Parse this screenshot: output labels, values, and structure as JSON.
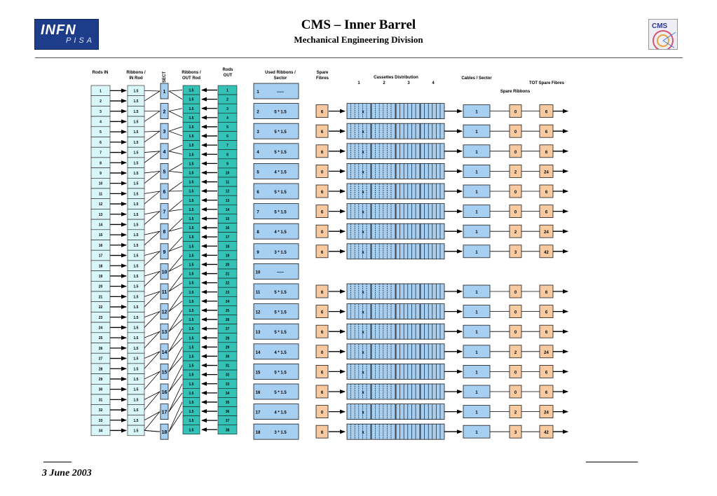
{
  "header": {
    "title": "CMS – Inner Barrel",
    "subtitle": "Mechanical Engineering Division",
    "logo_left": {
      "text_big": "INFN",
      "text_small": "PISA"
    },
    "logo_right": {
      "text": "CMS"
    }
  },
  "footer": {
    "date": "3 June 2003"
  },
  "columns": {
    "rods_in": "Rods IN",
    "ribbons_in": "Ribbons /\nIN Rod",
    "sect": "SECT",
    "ribbons_out": "Ribbons /\nOUT Rod",
    "rods_out": "Rods\nOUT",
    "used_ribbons": "Used Ribbons /\nSector",
    "spare_fibres": "Spare\nFibres",
    "cassettes": "Cassettes Distribution",
    "cassette_numbers": [
      "1",
      "2",
      "3",
      "4"
    ],
    "cables": "Cables / Sector",
    "spare_ribbons": "Spare Ribbons",
    "tot_spare": "TOT Spare Fibres"
  },
  "rods_in": [
    "1",
    "2",
    "3",
    "4",
    "5",
    "6",
    "7",
    "8",
    "9",
    "10",
    "11",
    "12",
    "13",
    "14",
    "15",
    "16",
    "17",
    "18",
    "19",
    "20",
    "21",
    "22",
    "23",
    "24",
    "25",
    "26",
    "27",
    "28",
    "29",
    "30",
    "31",
    "32",
    "33",
    "34"
  ],
  "ribbons_in_value": "1.5",
  "rods_out": [
    "1",
    "2",
    "3",
    "4",
    "5",
    "6",
    "7",
    "8",
    "9",
    "10",
    "11",
    "12",
    "13",
    "14",
    "15",
    "16",
    "17",
    "18",
    "19",
    "20",
    "21",
    "22",
    "23",
    "24",
    "25",
    "26",
    "27",
    "28",
    "29",
    "30",
    "31",
    "32",
    "33",
    "34",
    "35",
    "36",
    "37",
    "38"
  ],
  "ribbons_out": [
    "1.5",
    "1.5",
    "1.5",
    "1.5",
    "1.5",
    "1.5",
    "1.5",
    "1.5",
    "1.5",
    "1.5",
    "1.5",
    "1.5",
    "1.5",
    "1.5",
    "1.5",
    "1.5",
    "1.5",
    "1.5",
    "1.5",
    "1.5",
    "1.5",
    "1.5",
    "1.5",
    "1.5",
    "1.5",
    "1.5",
    "1.5",
    "1.5",
    "1.5",
    "1.5",
    "1.5",
    "1.5",
    "1.5",
    "1.5",
    "1.5",
    "1.5",
    "1.5",
    "1.5"
  ],
  "cassette_mark": "x",
  "sectors": [
    {
      "n": "1",
      "used": "-----",
      "spare": null,
      "cables": null,
      "spare_ribbons": null,
      "tot": null
    },
    {
      "n": "2",
      "used": "5 * 1.5",
      "spare": "6",
      "cables": "1",
      "spare_ribbons": "0",
      "tot": "6"
    },
    {
      "n": "3",
      "used": "5 * 1.5",
      "spare": "6",
      "cables": "1",
      "spare_ribbons": "0",
      "tot": "6"
    },
    {
      "n": "4",
      "used": "5 * 1.5",
      "spare": "6",
      "cables": "1",
      "spare_ribbons": "0",
      "tot": "6"
    },
    {
      "n": "5",
      "used": "4 * 1.5",
      "spare": "0",
      "cables": "1",
      "spare_ribbons": "2",
      "tot": "24"
    },
    {
      "n": "6",
      "used": "5 * 1.5",
      "spare": "6",
      "cables": "1",
      "spare_ribbons": "0",
      "tot": "6"
    },
    {
      "n": "7",
      "used": "5 * 1.5",
      "spare": "6",
      "cables": "1",
      "spare_ribbons": "0",
      "tot": "6"
    },
    {
      "n": "8",
      "used": "4 * 1.5",
      "spare": "0",
      "cables": "1",
      "spare_ribbons": "2",
      "tot": "24"
    },
    {
      "n": "9",
      "used": "3 * 1.5",
      "spare": "6",
      "cables": "1",
      "spare_ribbons": "3",
      "tot": "42"
    },
    {
      "n": "10",
      "used": "-----",
      "spare": null,
      "cables": null,
      "spare_ribbons": null,
      "tot": null
    },
    {
      "n": "11",
      "used": "5 * 1.5",
      "spare": "6",
      "cables": "1",
      "spare_ribbons": "0",
      "tot": "6"
    },
    {
      "n": "12",
      "used": "5 * 1.5",
      "spare": "6",
      "cables": "1",
      "spare_ribbons": "0",
      "tot": "6"
    },
    {
      "n": "13",
      "used": "5 * 1.5",
      "spare": "6",
      "cables": "1",
      "spare_ribbons": "0",
      "tot": "6"
    },
    {
      "n": "14",
      "used": "4 * 1.5",
      "spare": "0",
      "cables": "1",
      "spare_ribbons": "2",
      "tot": "24"
    },
    {
      "n": "15",
      "used": "5 * 1.5",
      "spare": "6",
      "cables": "1",
      "spare_ribbons": "0",
      "tot": "6"
    },
    {
      "n": "16",
      "used": "5 * 1.5",
      "spare": "6",
      "cables": "1",
      "spare_ribbons": "0",
      "tot": "6"
    },
    {
      "n": "17",
      "used": "4 * 1.5",
      "spare": "0",
      "cables": "1",
      "spare_ribbons": "2",
      "tot": "24"
    },
    {
      "n": "18",
      "used": "3 * 1.5",
      "spare": "6",
      "cables": "1",
      "spare_ribbons": "3",
      "tot": "42"
    }
  ],
  "colors": {
    "light_cyan": "#d9f6f8",
    "teal": "#33c2b5",
    "light_blue": "#a7cff2",
    "orange": "#f9c9a0",
    "border": "#1a1a1a"
  }
}
